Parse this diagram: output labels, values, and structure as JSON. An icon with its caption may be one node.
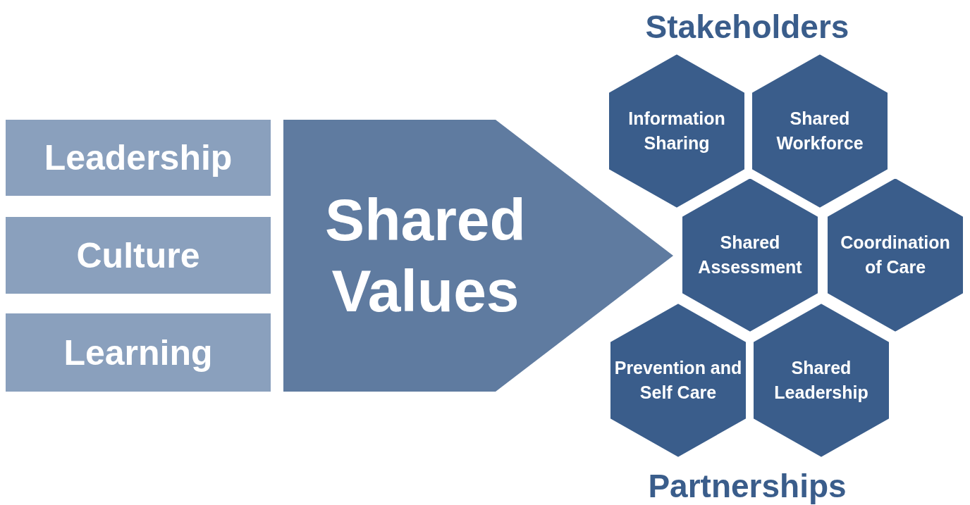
{
  "diagram": {
    "nodes": [
      {
        "text": [
          "Leadership"
        ]
      },
      {
        "text": [
          "Culture"
        ]
      },
      {
        "text": [
          "Learning"
        ]
      },
      {
        "text": [
          "Shared Values"
        ]
      },
      {
        "text": [
          "Information Sharing"
        ]
      },
      {
        "text": [
          "Shared Workforce"
        ]
      },
      {
        "text": [
          "Shared Assessment"
        ]
      },
      {
        "text": [
          "Coordination of Care"
        ]
      },
      {
        "text": [
          "Prevention and Self Care"
        ]
      },
      {
        "text": [
          "Shared Leadership"
        ]
      }
    ],
    "labels": [
      "Stakeholders",
      "Partnerships"
    ]
  }
}
